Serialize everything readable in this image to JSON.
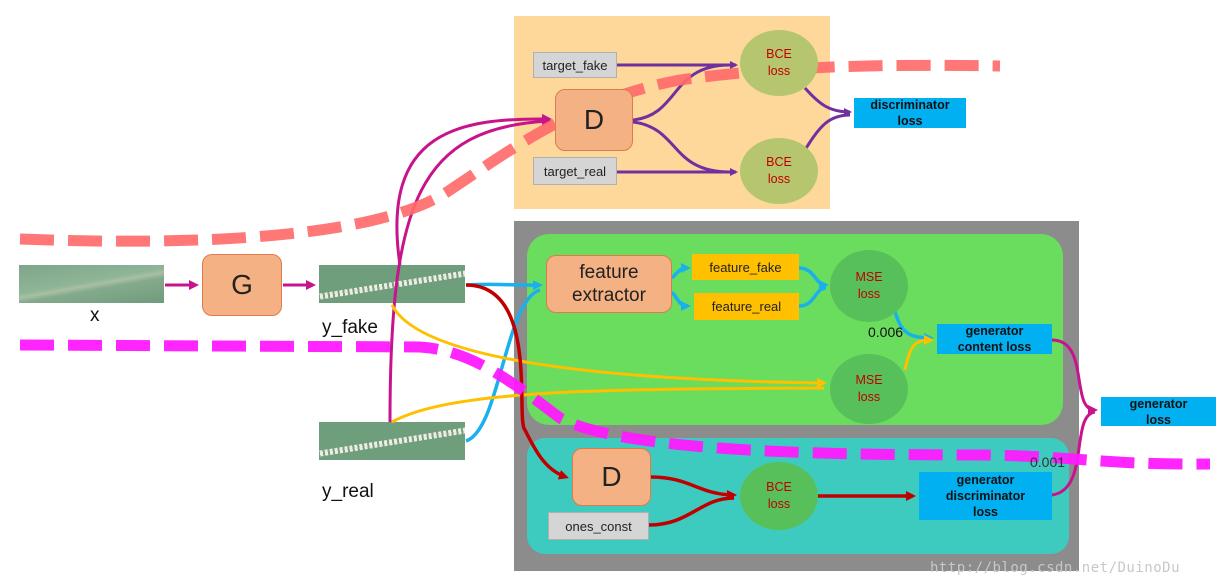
{
  "nodes": {
    "x": "x",
    "g": "G",
    "y_fake": "y_fake",
    "y_real": "y_real",
    "target_fake": "target_fake",
    "target_real": "target_real",
    "d_top": "D",
    "bce_top_1": "BCE\nloss",
    "bce_top_2": "BCE\nloss",
    "discriminator_loss": "discriminator\nloss",
    "feature_extractor": "feature\nextractor",
    "feature_fake": "feature_fake",
    "feature_real": "feature_real",
    "mse_1": "MSE\nloss",
    "mse_2": "MSE\nloss",
    "weight_content": "0.006",
    "generator_content_loss": "generator\ncontent loss",
    "generator_loss": "generator\nloss",
    "d_bottom": "D",
    "ones_const": "ones_const",
    "bce_bottom": "BCE\nloss",
    "generator_discriminator_loss": "generator\ndiscriminator\nloss",
    "weight_adv": "0.001"
  },
  "watermark": "http://blog.csdn.net/DuinoDu",
  "colors": {
    "orange_panel": "#fdd89a",
    "gray_panel": "#8c8c8c",
    "green_panel": "#6adc5e",
    "teal_panel": "#3ecbbf",
    "olive_circle": "#b5c66e",
    "green_circle": "#57c05a",
    "purple": "#7030a0",
    "magenta": "#c8148c",
    "dark_red": "#c00000",
    "cyan": "#1ab0ee",
    "yellow": "#ffc000",
    "dash_red": "#ff6b6b",
    "dash_magenta": "#ff19ff"
  }
}
